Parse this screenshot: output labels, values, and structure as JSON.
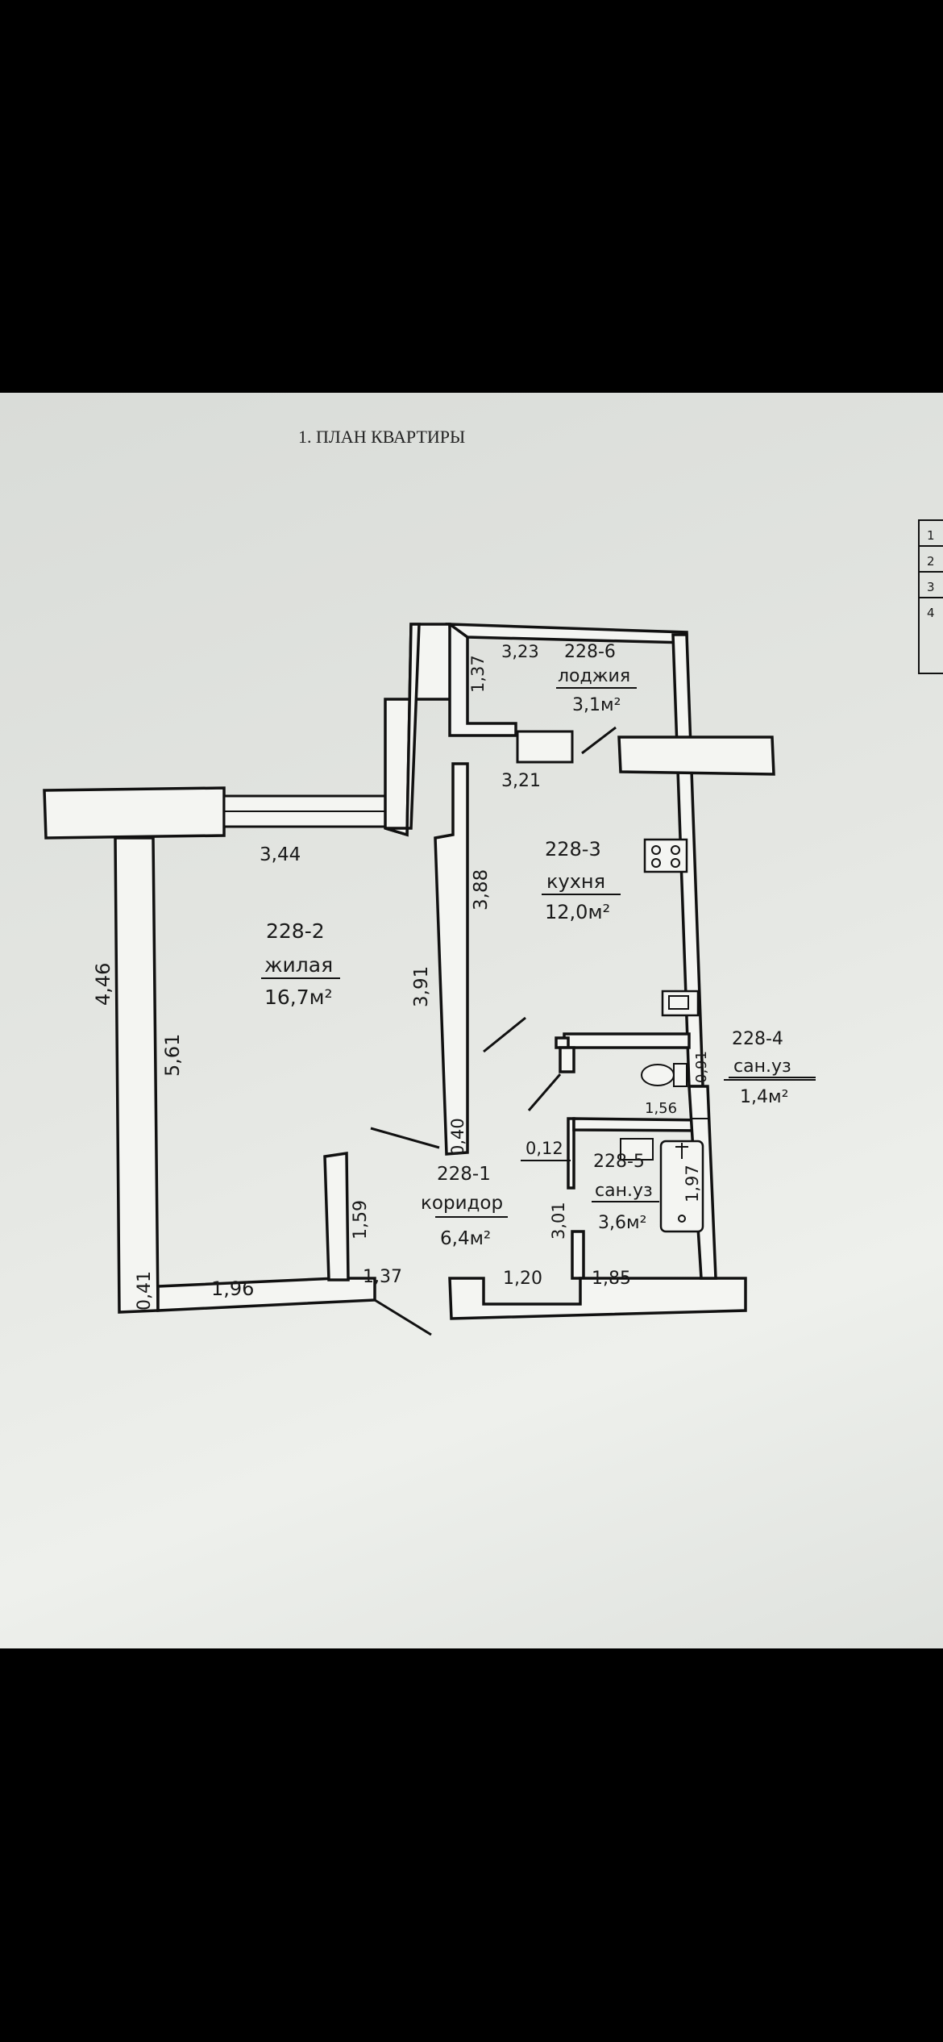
{
  "plan_title": "1. ПЛАН КВАРТИРЫ",
  "rooms": [
    {
      "id": "228-6",
      "name": "лоджия",
      "area": "3,1м²"
    },
    {
      "id": "228-3",
      "name": "кухня",
      "area": "12,0м²"
    },
    {
      "id": "228-2",
      "name": "жилая",
      "area": "16,7м²"
    },
    {
      "id": "228-4",
      "name": "сан.уз",
      "area": "1,4м²"
    },
    {
      "id": "228-1",
      "name": "коридор",
      "area": "6,4м²"
    },
    {
      "id": "228-5",
      "name": "сан.уз",
      "area": "3,6м²"
    }
  ],
  "dimensions": [
    "3,23",
    "1,37",
    "3,21",
    "3,44",
    "3,88",
    "4,46",
    "5,61",
    "3,91",
    "0,40",
    "0,91",
    "1,56",
    "0,12",
    "1,97",
    "1,59",
    "3,01",
    "0,41",
    "1,96",
    "1,37",
    "1,20",
    "1,85"
  ],
  "table_row_numbers": [
    "1",
    "2",
    "3",
    "4"
  ]
}
